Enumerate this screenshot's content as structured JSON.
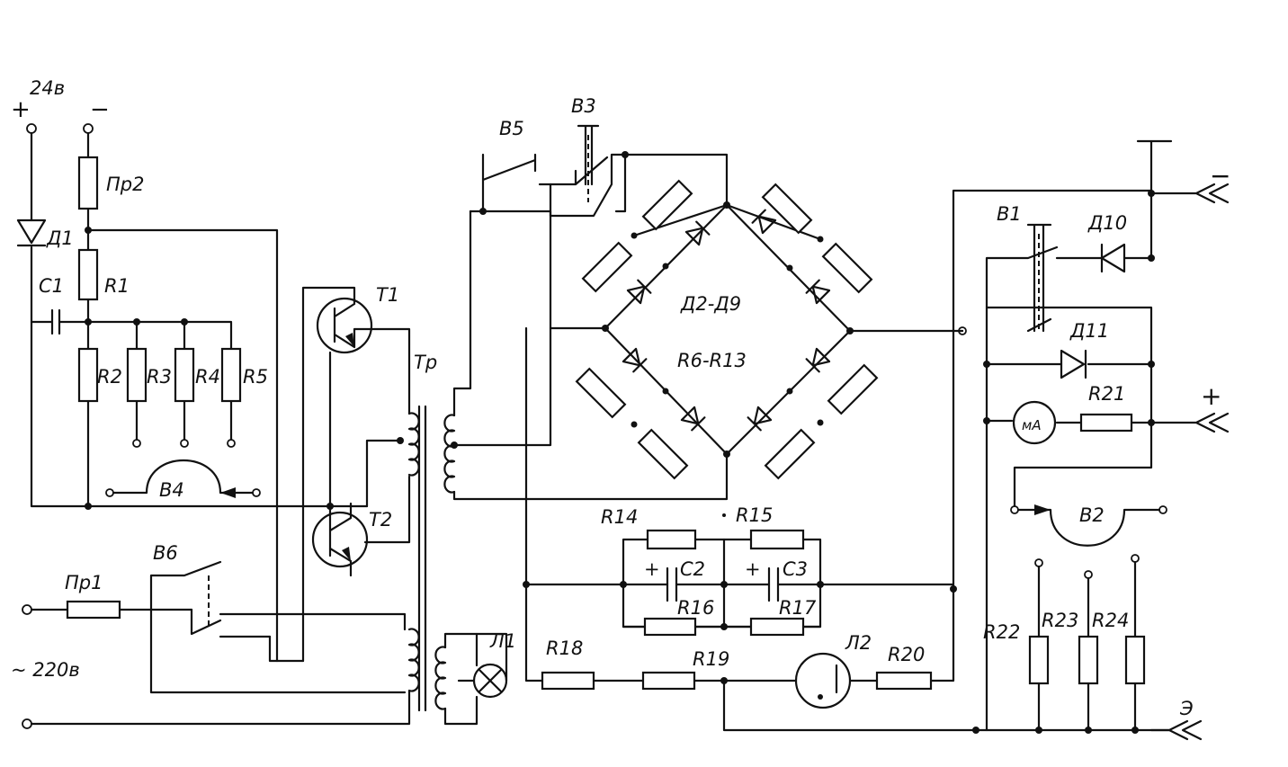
{
  "labels": {
    "v24": "24в",
    "plus": "+",
    "minus": "−",
    "pr2": "Пр2",
    "d1": "Д1",
    "c1": "С1",
    "r1": "R1",
    "r2": "R2",
    "r3": "R3",
    "r4": "R4",
    "r5": "R5",
    "b4": "В4",
    "t1": "Т1",
    "t2": "Т2",
    "tp": "Тр",
    "pr1": "Пр1",
    "b6": "В6",
    "v220": "~ 220в",
    "b5": "В5",
    "b3": "В3",
    "d2d9": "Д2-Д9",
    "r6r13": "R6-R13",
    "r14": "R14",
    "r15": "R15",
    "c2": "С2",
    "c3": "С3",
    "c2plus": "+",
    "c3plus": "+",
    "r16": "R16",
    "r17": "R17",
    "l1": "Л1",
    "r18": "R18",
    "r19": "R19",
    "l2": "Л2",
    "r20": "R20",
    "b1": "В1",
    "d10": "Д10",
    "d11": "Д11",
    "ma": "мА",
    "r21": "R21",
    "b2": "В2",
    "r22": "R22",
    "r23": "R23",
    "r24": "R24",
    "out_minus": "−",
    "out_plus": "+",
    "out_e": "Э"
  }
}
